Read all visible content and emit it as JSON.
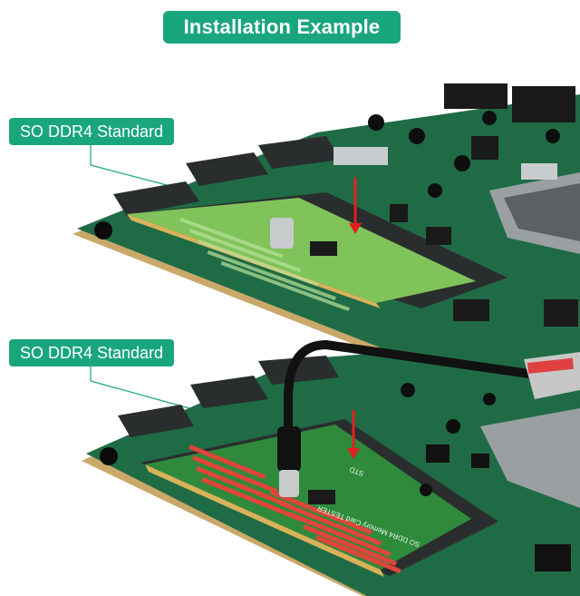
{
  "title": "Installation Example",
  "callouts": [
    {
      "label": "SO DDR4 Standard"
    },
    {
      "label": "SO DDR4 Standard"
    }
  ],
  "tester_card": {
    "silkscreen_text": "SO DDR4 Memory Card TESTER",
    "slot_label": "STD"
  },
  "colors": {
    "accent": "#1aa67c",
    "pcb": "#1f6b45",
    "pcb_dark": "#164d33",
    "module_green": "#7fc35a",
    "gold_edge": "#d8b25a",
    "led_red": "#e0453a",
    "arrow_red": "#e02020",
    "connector_gray": "#2a2d2e"
  }
}
